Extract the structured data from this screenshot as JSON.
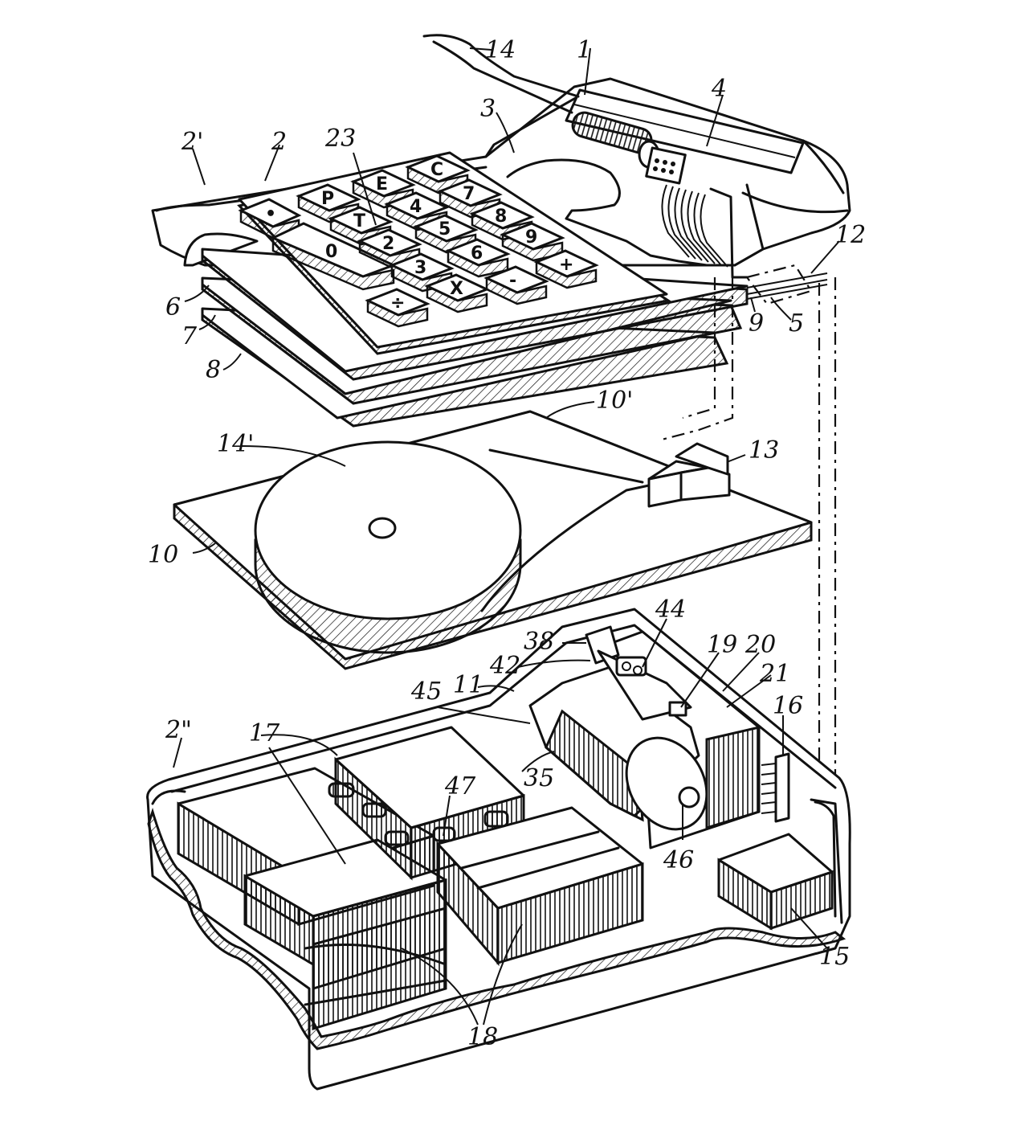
{
  "figure": {
    "labels": {
      "l14": "14",
      "l1": "1",
      "l4": "4",
      "l3": "3",
      "l2p": "2'",
      "l2": "2",
      "l23": "23",
      "l12": "12",
      "l9": "9",
      "l5": "5",
      "l6": "6",
      "l7": "7",
      "l8": "8",
      "l10p": "10'",
      "l14p": "14'",
      "l13": "13",
      "l10": "10",
      "l44": "44",
      "l38": "38",
      "l19": "19",
      "l20": "20",
      "l42": "42",
      "l21": "21",
      "l11": "11",
      "l45": "45",
      "l16": "16",
      "l2pp": "2\"",
      "l17": "17",
      "l35": "35",
      "l47": "47",
      "l46": "46",
      "l15": "15",
      "l18": "18"
    },
    "keys": [
      "•",
      "P",
      "E",
      "C",
      "7",
      "T",
      "4",
      "8",
      "0",
      "2",
      "5",
      "9",
      "3",
      "6",
      "+",
      "÷",
      "X",
      "-"
    ]
  }
}
